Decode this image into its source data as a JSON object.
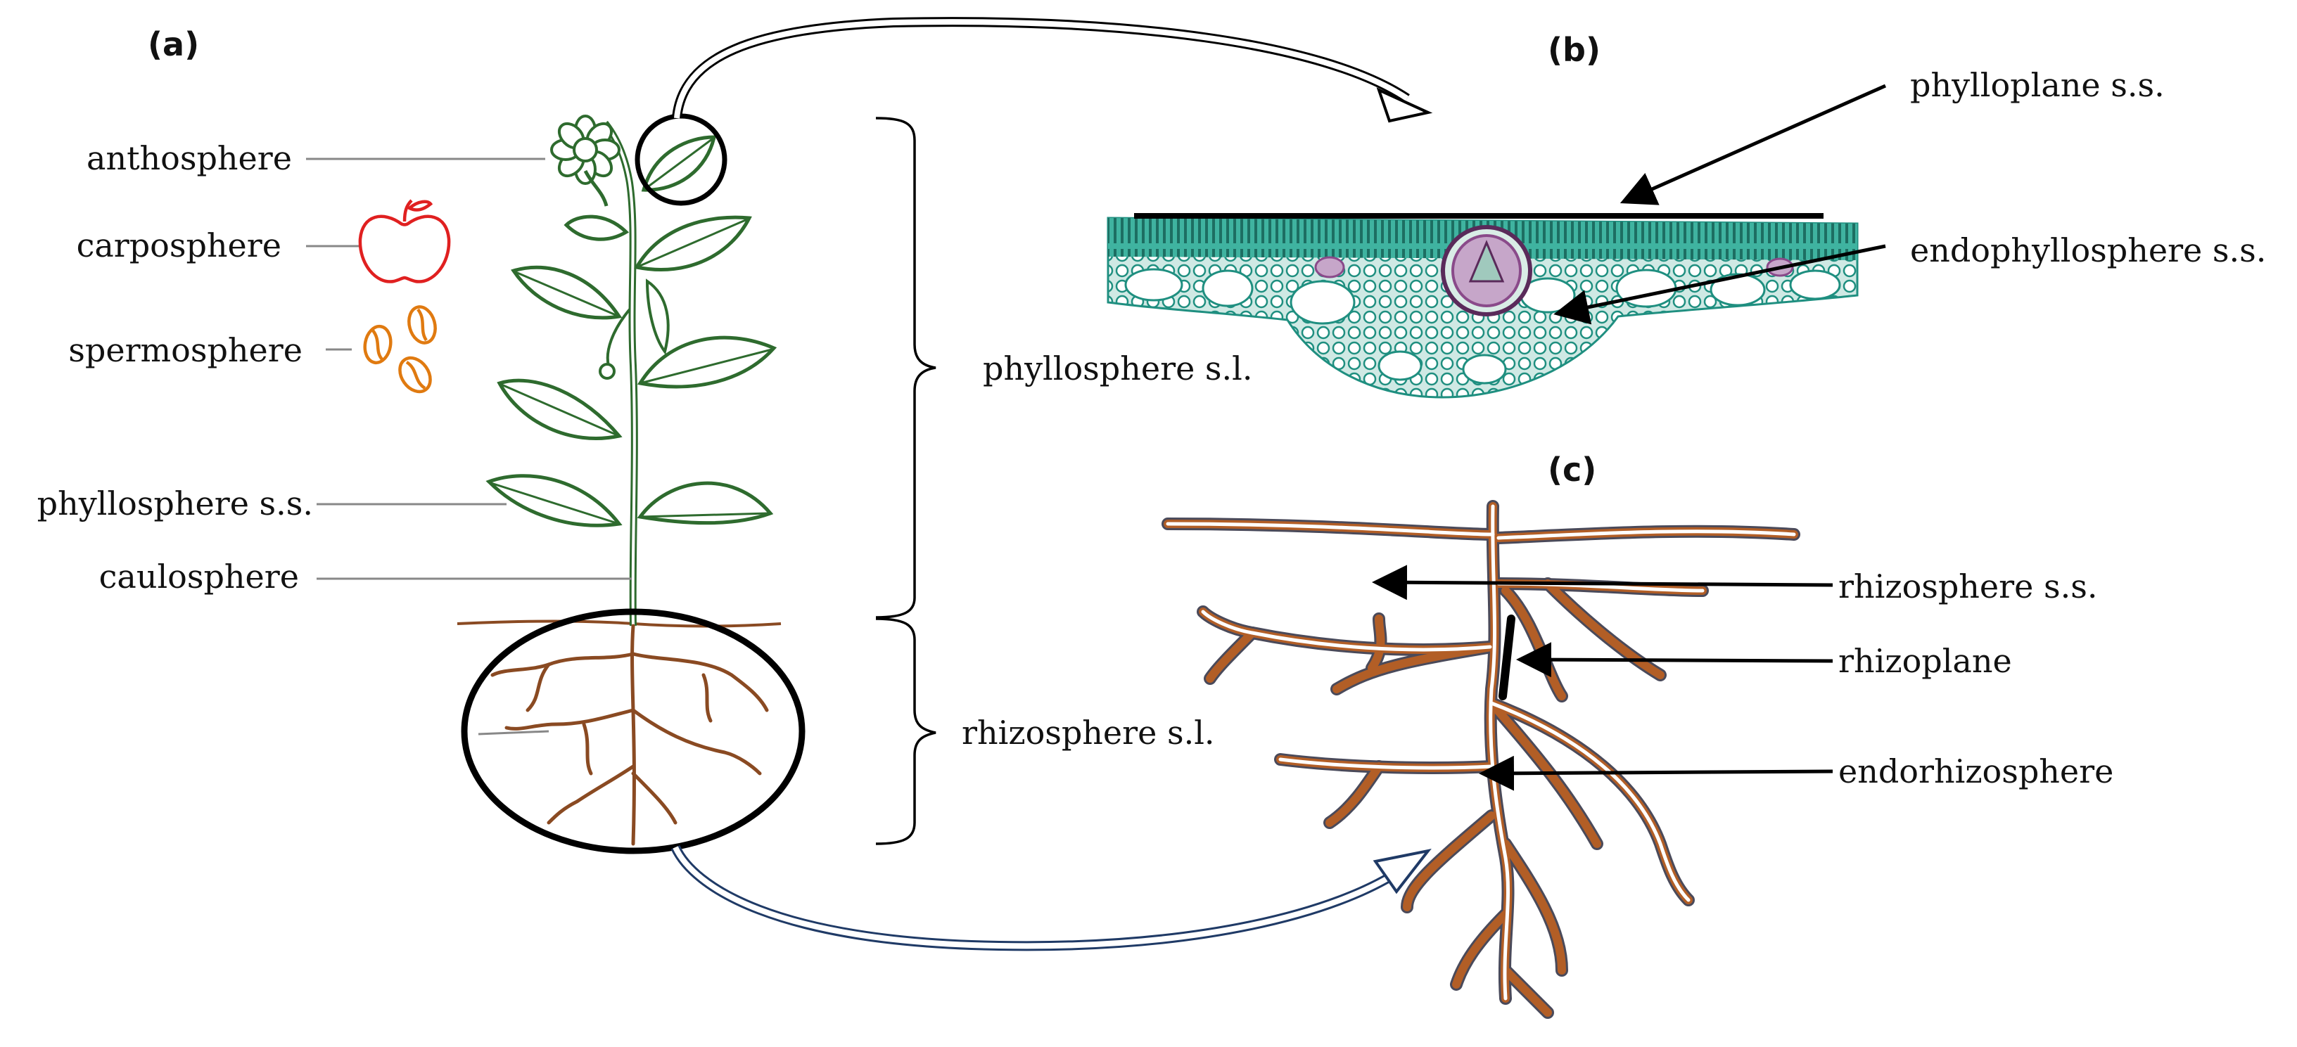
{
  "panels": {
    "a": "(a)",
    "b": "(b)",
    "c": "(c)"
  },
  "left_labels": {
    "anthosphere": "anthosphere",
    "carposphere": "carposphere",
    "spermosphere": "spermosphere",
    "phyllosphere_ss": "phyllosphere s.s.",
    "caulosphere": "caulosphere"
  },
  "brackets": {
    "phyllosphere_sl": "phyllosphere s.l.",
    "rhizosphere_sl": "rhizosphere s.l."
  },
  "leaf_section": {
    "phylloplane_ss": "phylloplane s.s.",
    "endophyllosphere_ss": "endophyllosphere s.s."
  },
  "root_detail": {
    "rhizosphere_ss": "rhizosphere s.s.",
    "rhizoplane": "rhizoplane",
    "endorhizosphere": "endorhizosphere"
  },
  "colors": {
    "plant_green": "#2e6b2e",
    "apple_red": "#e02020",
    "seed_orange": "#e07a10",
    "root_brown": "#8a4a22",
    "root_outline": "#4a4a5a",
    "tissue_teal": "#2a9d8f",
    "vascular_purple": "#8a4a8a"
  }
}
